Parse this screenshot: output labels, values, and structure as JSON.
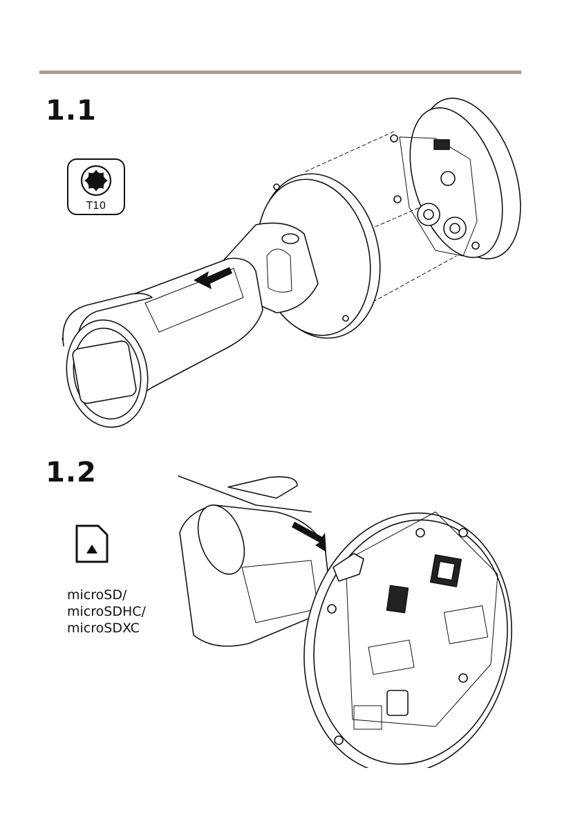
{
  "steps": [
    {
      "number": "1.1"
    },
    {
      "number": "1.2"
    }
  ],
  "tool": {
    "label": "T10",
    "icon": "torx-bit-icon"
  },
  "card": {
    "icon": "sd-card-icon",
    "types": [
      "microSD/",
      "microSDHC/",
      "microSDXC"
    ]
  },
  "colors": {
    "rule": "#a99a8c",
    "ink": "#111111"
  }
}
